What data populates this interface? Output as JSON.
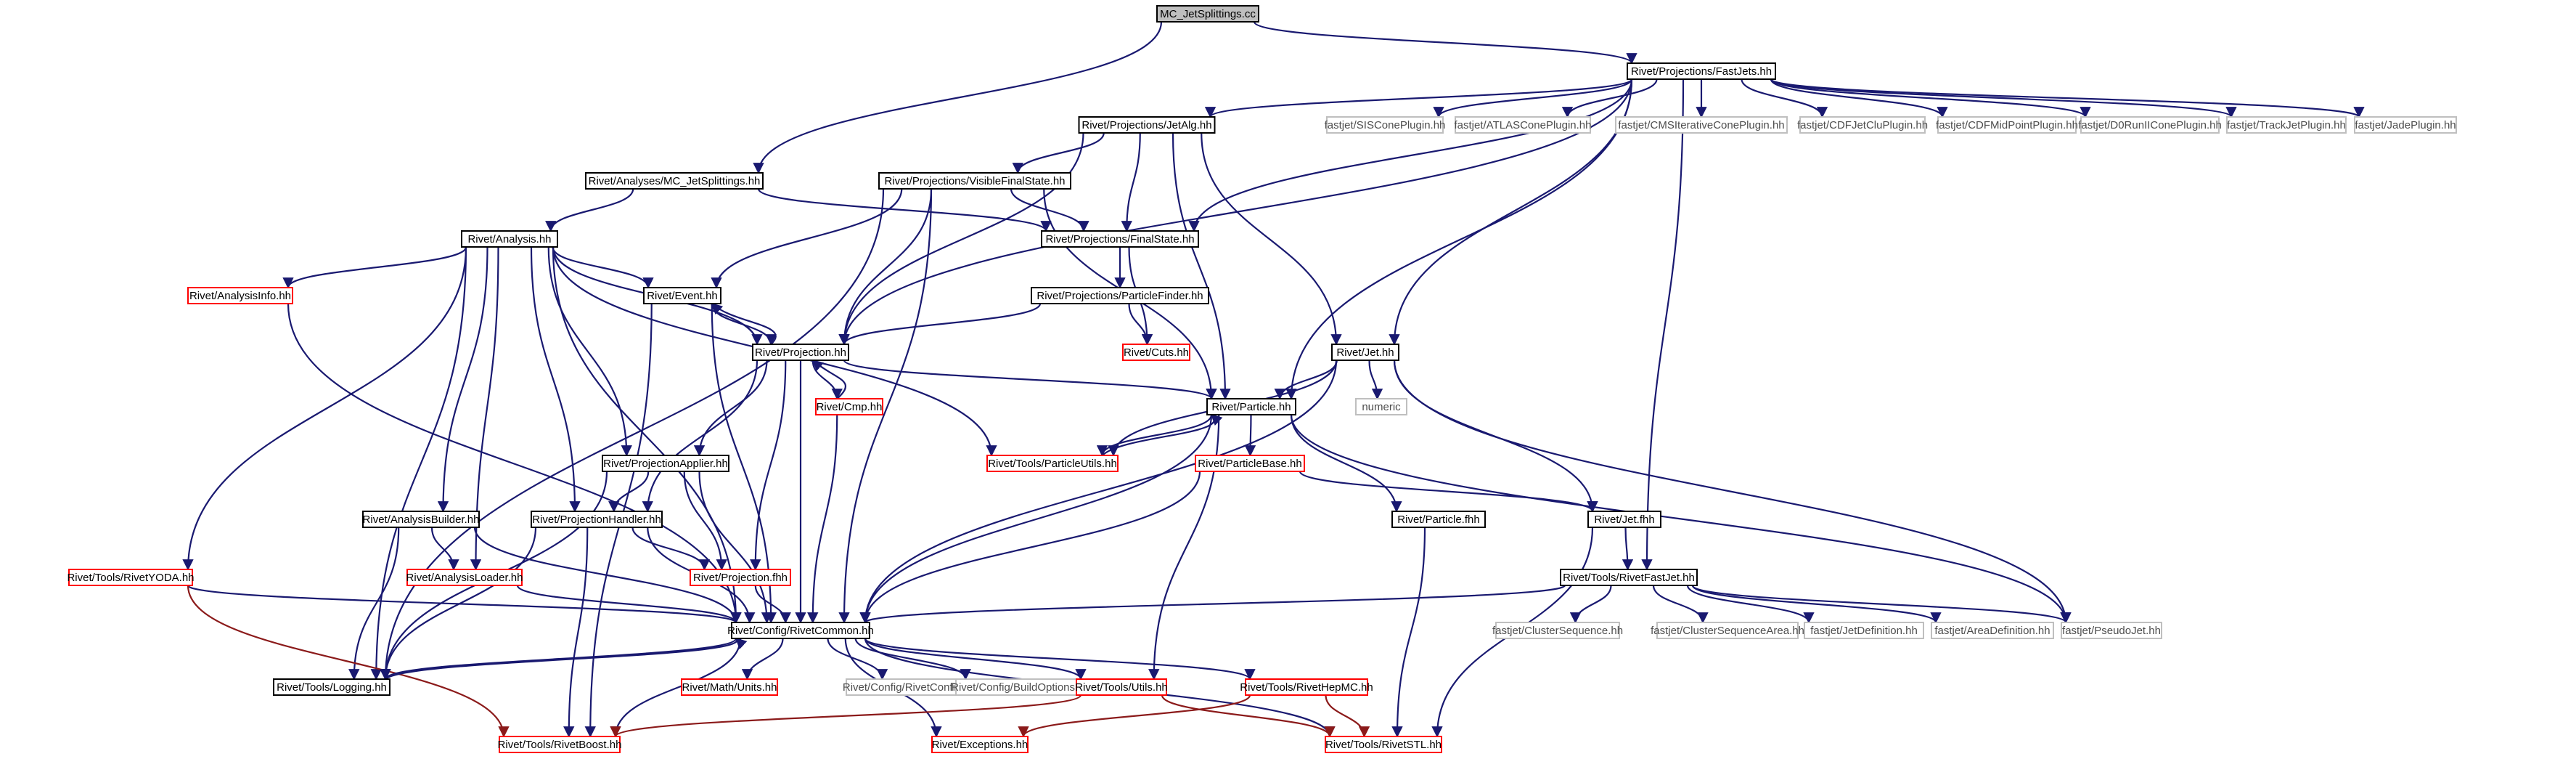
{
  "colors": {
    "edge": "#191970",
    "edge_red": "#8b1a1a",
    "root_fill": "#bfbfbf",
    "border_black": "#000000",
    "border_red": "#ff0000",
    "border_gray": "#bfbfbf",
    "text_black": "#000000",
    "text_gray": "#4d4d4d"
  },
  "nodes": [
    {
      "id": "root",
      "label": "MC_JetSplittings.cc",
      "style": "root"
    },
    {
      "id": "fastjets",
      "label": "Rivet/Projections/FastJets.hh",
      "style": "black"
    },
    {
      "id": "mcjs",
      "label": "Rivet/Analyses/MC_JetSplittings.hh",
      "style": "black"
    },
    {
      "id": "jetalg",
      "label": "Rivet/Projections/JetAlg.hh",
      "style": "black"
    },
    {
      "id": "sis",
      "label": "fastjet/SISConePlugin.hh",
      "style": "gray"
    },
    {
      "id": "atlas",
      "label": "fastjet/ATLASConePlugin.hh",
      "style": "gray"
    },
    {
      "id": "cms",
      "label": "fastjet/CMSIterativeConePlugin.hh",
      "style": "gray"
    },
    {
      "id": "cdfjc",
      "label": "fastjet/CDFJetCluPlugin.hh",
      "style": "gray"
    },
    {
      "id": "cdfmp",
      "label": "fastjet/CDFMidPointPlugin.hh",
      "style": "gray"
    },
    {
      "id": "d0",
      "label": "fastjet/D0RunIIConePlugin.hh",
      "style": "gray"
    },
    {
      "id": "trackjet",
      "label": "fastjet/TrackJetPlugin.hh",
      "style": "gray"
    },
    {
      "id": "jade",
      "label": "fastjet/JadePlugin.hh",
      "style": "gray"
    },
    {
      "id": "vfs",
      "label": "Rivet/Projections/VisibleFinalState.hh",
      "style": "black"
    },
    {
      "id": "analysis",
      "label": "Rivet/Analysis.hh",
      "style": "black"
    },
    {
      "id": "finalstate",
      "label": "Rivet/Projections/FinalState.hh",
      "style": "black"
    },
    {
      "id": "analysisinfo",
      "label": "Rivet/AnalysisInfo.hh",
      "style": "red"
    },
    {
      "id": "event",
      "label": "Rivet/Event.hh",
      "style": "black"
    },
    {
      "id": "pfinder",
      "label": "Rivet/Projections/ParticleFinder.hh",
      "style": "black"
    },
    {
      "id": "cuts",
      "label": "Rivet/Cuts.hh",
      "style": "red"
    },
    {
      "id": "projection",
      "label": "Rivet/Projection.hh",
      "style": "black"
    },
    {
      "id": "jet",
      "label": "Rivet/Jet.hh",
      "style": "black"
    },
    {
      "id": "cmp",
      "label": "Rivet/Cmp.hh",
      "style": "red"
    },
    {
      "id": "particle",
      "label": "Rivet/Particle.hh",
      "style": "black"
    },
    {
      "id": "numeric",
      "label": "numeric",
      "style": "gray"
    },
    {
      "id": "putils",
      "label": "Rivet/Tools/ParticleUtils.hh",
      "style": "red"
    },
    {
      "id": "pbase",
      "label": "Rivet/ParticleBase.hh",
      "style": "red"
    },
    {
      "id": "papplier",
      "label": "Rivet/ProjectionApplier.hh",
      "style": "black"
    },
    {
      "id": "abuilder",
      "label": "Rivet/AnalysisBuilder.hh",
      "style": "black"
    },
    {
      "id": "phandler",
      "label": "Rivet/ProjectionHandler.hh",
      "style": "black"
    },
    {
      "id": "particlefhh",
      "label": "Rivet/Particle.fhh",
      "style": "black"
    },
    {
      "id": "jetfhh",
      "label": "Rivet/Jet.fhh",
      "style": "black"
    },
    {
      "id": "yoda",
      "label": "Rivet/Tools/RivetYODA.hh",
      "style": "red"
    },
    {
      "id": "aloader",
      "label": "Rivet/AnalysisLoader.hh",
      "style": "red"
    },
    {
      "id": "projfhh",
      "label": "Rivet/Projection.fhh",
      "style": "red"
    },
    {
      "id": "rfastjet",
      "label": "Rivet/Tools/RivetFastJet.hh",
      "style": "black"
    },
    {
      "id": "common",
      "label": "Rivet/Config/RivetCommon.hh",
      "style": "black"
    },
    {
      "id": "clseq",
      "label": "fastjet/ClusterSequence.hh",
      "style": "gray"
    },
    {
      "id": "clseqarea",
      "label": "fastjet/ClusterSequenceArea.hh",
      "style": "gray"
    },
    {
      "id": "jetdef",
      "label": "fastjet/JetDefinition.hh",
      "style": "gray"
    },
    {
      "id": "areadef",
      "label": "fastjet/AreaDefinition.hh",
      "style": "gray"
    },
    {
      "id": "pseudojet",
      "label": "fastjet/PseudoJet.hh",
      "style": "gray"
    },
    {
      "id": "logging",
      "label": "Rivet/Tools/Logging.hh",
      "style": "black"
    },
    {
      "id": "units",
      "label": "Rivet/Math/Units.hh",
      "style": "red"
    },
    {
      "id": "rivetconfig",
      "label": "Rivet/Config/RivetConfig.hh",
      "style": "gray"
    },
    {
      "id": "buildopts",
      "label": "Rivet/Config/BuildOptions.hh",
      "style": "gray"
    },
    {
      "id": "utils",
      "label": "Rivet/Tools/Utils.hh",
      "style": "red"
    },
    {
      "id": "hepmc",
      "label": "Rivet/Tools/RivetHepMC.hh",
      "style": "red"
    },
    {
      "id": "boost",
      "label": "Rivet/Tools/RivetBoost.hh",
      "style": "red"
    },
    {
      "id": "exceptions",
      "label": "Rivet/Exceptions.hh",
      "style": "red"
    },
    {
      "id": "stl",
      "label": "Rivet/Tools/RivetSTL.hh",
      "style": "red"
    }
  ],
  "edges": [
    [
      "root",
      "fastjets"
    ],
    [
      "root",
      "mcjs"
    ],
    [
      "fastjets",
      "jetalg"
    ],
    [
      "fastjets",
      "sis"
    ],
    [
      "fastjets",
      "atlas"
    ],
    [
      "fastjets",
      "cms"
    ],
    [
      "fastjets",
      "cdfjc"
    ],
    [
      "fastjets",
      "cdfmp"
    ],
    [
      "fastjets",
      "d0"
    ],
    [
      "fastjets",
      "trackjet"
    ],
    [
      "fastjets",
      "jade"
    ],
    [
      "fastjets",
      "finalstate"
    ],
    [
      "fastjets",
      "projection"
    ],
    [
      "fastjets",
      "particle"
    ],
    [
      "fastjets",
      "jet"
    ],
    [
      "fastjets",
      "rfastjet"
    ],
    [
      "mcjs",
      "analysis"
    ],
    [
      "mcjs",
      "finalstate"
    ],
    [
      "jetalg",
      "vfs"
    ],
    [
      "jetalg",
      "finalstate"
    ],
    [
      "jetalg",
      "projection"
    ],
    [
      "jetalg",
      "particle"
    ],
    [
      "jetalg",
      "jet"
    ],
    [
      "vfs",
      "finalstate"
    ],
    [
      "vfs",
      "event"
    ],
    [
      "vfs",
      "projection"
    ],
    [
      "vfs",
      "particle"
    ],
    [
      "vfs",
      "common"
    ],
    [
      "vfs",
      "logging"
    ],
    [
      "analysis",
      "analysisinfo"
    ],
    [
      "analysis",
      "event"
    ],
    [
      "analysis",
      "projection"
    ],
    [
      "analysis",
      "putils"
    ],
    [
      "analysis",
      "papplier"
    ],
    [
      "analysis",
      "abuilder"
    ],
    [
      "analysis",
      "phandler"
    ],
    [
      "analysis",
      "yoda"
    ],
    [
      "analysis",
      "aloader"
    ],
    [
      "analysis",
      "common"
    ],
    [
      "analysis",
      "logging"
    ],
    [
      "finalstate",
      "pfinder"
    ],
    [
      "finalstate",
      "cuts"
    ],
    [
      "pfinder",
      "projection"
    ],
    [
      "pfinder",
      "cuts"
    ],
    [
      "analysisinfo",
      "common"
    ],
    [
      "event",
      "projection"
    ],
    [
      "event",
      "common"
    ],
    [
      "event",
      "boost"
    ],
    [
      "projection",
      "event"
    ],
    [
      "projection",
      "cmp"
    ],
    [
      "projection",
      "particle"
    ],
    [
      "projection",
      "papplier"
    ],
    [
      "projection",
      "phandler"
    ],
    [
      "projection",
      "projfhh"
    ],
    [
      "projection",
      "common"
    ],
    [
      "cmp",
      "projection"
    ],
    [
      "cmp",
      "common"
    ],
    [
      "jet",
      "particle"
    ],
    [
      "jet",
      "putils"
    ],
    [
      "jet",
      "numeric"
    ],
    [
      "jet",
      "jetfhh"
    ],
    [
      "jet",
      "pseudojet"
    ],
    [
      "jet",
      "common"
    ],
    [
      "particle",
      "putils"
    ],
    [
      "particle",
      "pbase"
    ],
    [
      "particle",
      "particlefhh"
    ],
    [
      "particle",
      "pseudojet"
    ],
    [
      "particle",
      "utils"
    ],
    [
      "particle",
      "common"
    ],
    [
      "putils",
      "particle"
    ],
    [
      "pbase",
      "jetfhh"
    ],
    [
      "pbase",
      "common"
    ],
    [
      "papplier",
      "phandler"
    ],
    [
      "papplier",
      "projfhh"
    ],
    [
      "papplier",
      "common"
    ],
    [
      "papplier",
      "logging"
    ],
    [
      "abuilder",
      "aloader"
    ],
    [
      "abuilder",
      "common"
    ],
    [
      "abuilder",
      "logging"
    ],
    [
      "phandler",
      "projfhh"
    ],
    [
      "phandler",
      "common"
    ],
    [
      "phandler",
      "logging"
    ],
    [
      "phandler",
      "boost"
    ],
    [
      "particlefhh",
      "stl"
    ],
    [
      "jetfhh",
      "rfastjet"
    ],
    [
      "jetfhh",
      "stl"
    ],
    [
      "yoda",
      "common"
    ],
    [
      "yoda",
      "boost"
    ],
    [
      "aloader",
      "common"
    ],
    [
      "projfhh",
      "common"
    ],
    [
      "rfastjet",
      "clseq"
    ],
    [
      "rfastjet",
      "clseqarea"
    ],
    [
      "rfastjet",
      "jetdef"
    ],
    [
      "rfastjet",
      "areadef"
    ],
    [
      "rfastjet",
      "pseudojet"
    ],
    [
      "rfastjet",
      "common"
    ],
    [
      "common",
      "logging"
    ],
    [
      "common",
      "units"
    ],
    [
      "common",
      "rivetconfig"
    ],
    [
      "common",
      "buildopts"
    ],
    [
      "common",
      "utils"
    ],
    [
      "common",
      "hepmc"
    ],
    [
      "common",
      "boost"
    ],
    [
      "common",
      "exceptions"
    ],
    [
      "common",
      "stl"
    ],
    [
      "logging",
      "common"
    ],
    [
      "utils",
      "boost"
    ],
    [
      "utils",
      "stl"
    ],
    [
      "hepmc",
      "exceptions"
    ],
    [
      "hepmc",
      "stl"
    ]
  ]
}
